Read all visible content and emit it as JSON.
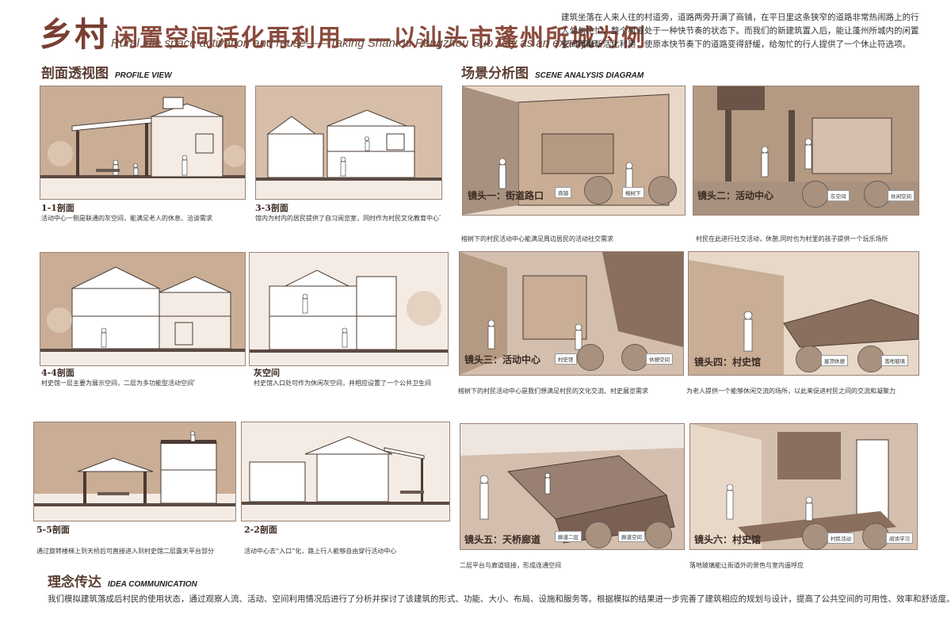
{
  "header": {
    "title_big": "乡村",
    "title_rest": "闲置空间活化再利用——以汕头市蓬州所城为例",
    "title_en": "Rural idle space activation and reuse——Taking Shantou Pengzhou Suo City as an example",
    "intro": "建筑坐落在人来人往的村道旁，道路两旁开满了商铺，在平日里这条狭窄的道路非常热闹路上的行人匆匆忙忙，整个村道处于一种快节奏的状态下。而我们的新建筑置入后，能让蓬州所城内的闲置空间再最新活化利用，使原本快节奏下的道路变得舒缓，给匆忙的行人提供了一个休止符选项。"
  },
  "profile_section": {
    "title_cn": "剖面透视图",
    "title_en": "PROFILE VIEW"
  },
  "scene_section": {
    "title_cn": "场景分析图",
    "title_en": "SCENE ANALYSIS DIAGRAM"
  },
  "concept_section": {
    "title_cn": "理念传达",
    "title_en": "IDEA COMMUNICATION",
    "text": "我们模拟建筑落成后村民的使用状态，通过观察人流、活动、空间利用情况后进行了分析并探讨了该建筑的形式、功能、大小、布局、设施和服务等。根据模拟的结果进一步完善了建筑相应的规划与设计，提高了公共空间的可用性、效率和舒适度。"
  },
  "sections": [
    {
      "title": "1-1剖面",
      "desc": "活动中心一侧是联通的灰空间，能满足老人的休息、洽谈需求"
    },
    {
      "title": "3-3剖面",
      "desc": "馆内为村内的居民提供了自习阅览室，同时作为村民文化教育中心゛"
    },
    {
      "title": "4-4剖面",
      "desc": "村史馆一层主要为展示空间，二层为多功能型活动空间゛"
    },
    {
      "title": "灰空间",
      "desc": "村史馆入口处可作为休闲灰空间，并相应设置了一个公共卫生间"
    },
    {
      "title": "5-5剖面",
      "desc": "通过旋转楼梯上到天桥后可直接进入到村史馆二层露天平台部分"
    },
    {
      "title": "2-2剖面",
      "desc": "活动中心去“入口”化，路上行人能够自由穿行活动中心"
    }
  ],
  "scenes": [
    {
      "label": "镜头一：街道路口",
      "desc": "榕树下的村民活动中心能满足周边居民的活动社交需求",
      "callouts": [
        "商铺",
        "榕树下"
      ]
    },
    {
      "label": "镜头二：活动中心",
      "desc": "村民在此进行社交活动，休憩,同时也为村里的孩子提供一个玩乐场所",
      "callouts": [
        "灰空间",
        "休闲空间"
      ]
    },
    {
      "label": "镜头三：活动中心",
      "desc": "榕树下的村民活动中心是我们想满足村民的文化交流、村史展览需求",
      "callouts": [
        "村史馆",
        "休憩空间"
      ]
    },
    {
      "label": "镜头四：村史馆",
      "desc": "为老人提供一个能够休闲交流的场所，以此来促进村民之间的交流和凝聚力",
      "callouts": [
        "屋顶休憩",
        "落地玻璃"
      ]
    },
    {
      "label": "镜头五：天桥廊道",
      "desc": "二层平台与廊道链接，形成连通空间",
      "callouts": [
        "廊道二层",
        "廊道空间"
      ]
    },
    {
      "label": "镜头六：村史馆",
      "desc": "落地玻璃能让街道外的景色与室内遥呼应",
      "callouts": [
        "村民活动",
        "阅读学习"
      ]
    }
  ],
  "colors": {
    "title": "#8a4a3c",
    "panel_bg": "#c9ad95",
    "panel_light": "#e8d8c8",
    "line": "#4a3a32"
  }
}
